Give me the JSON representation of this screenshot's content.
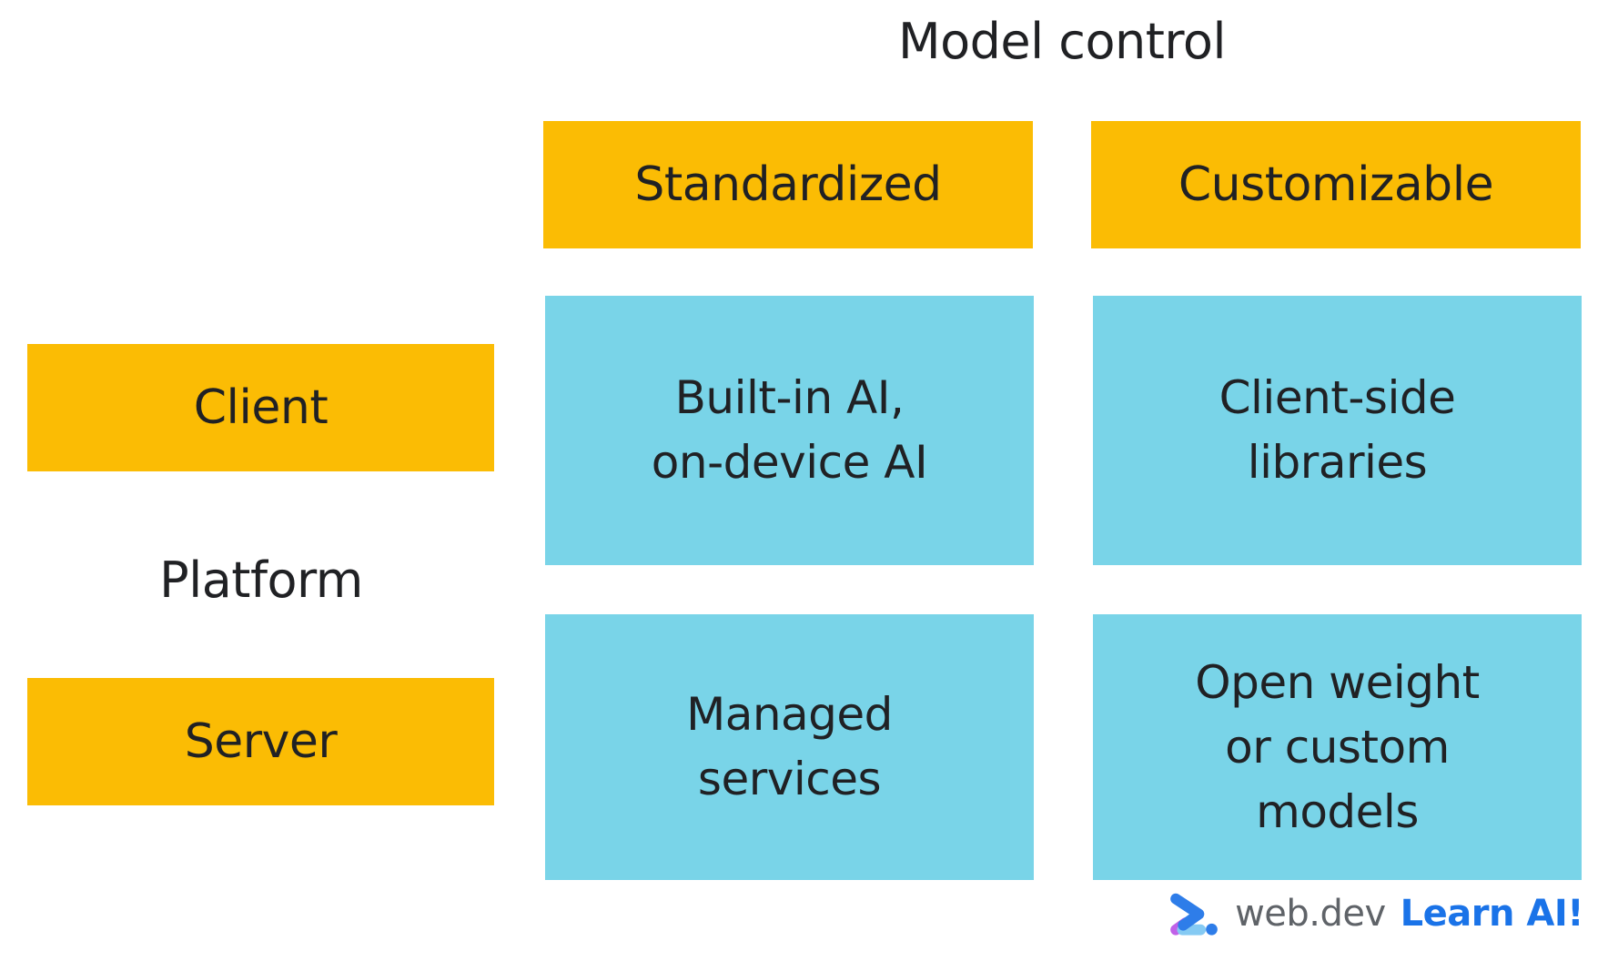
{
  "axes": {
    "column_axis_title": "Model control",
    "row_axis_title": "Platform"
  },
  "columns": [
    {
      "label": "Standardized"
    },
    {
      "label": "Customizable"
    }
  ],
  "rows": [
    {
      "label": "Client"
    },
    {
      "label": "Server"
    }
  ],
  "cells": [
    {
      "row": "Client",
      "column": "Standardized",
      "label": "Built-in AI,\non-device AI"
    },
    {
      "row": "Client",
      "column": "Customizable",
      "label": "Client-side\nlibraries"
    },
    {
      "row": "Server",
      "column": "Standardized",
      "label": "Managed\nservices"
    },
    {
      "row": "Server",
      "column": "Customizable",
      "label": "Open weight\nor custom\nmodels"
    }
  ],
  "footer": {
    "brand": "web.dev",
    "campaign": "Learn AI!",
    "logo_icon": "web-dev-chevron-logo"
  },
  "colors": {
    "header_yellow": "#FBBC04",
    "cell_blue": "#79D4E8",
    "text": "#202124",
    "brand_gray": "#5F6368",
    "accent_blue": "#1A73E8",
    "logo_chevron": "#2E7DE9",
    "logo_purple": "#C061E8",
    "logo_bar": "#85CAF3",
    "logo_dot": "#2E7DE9"
  }
}
